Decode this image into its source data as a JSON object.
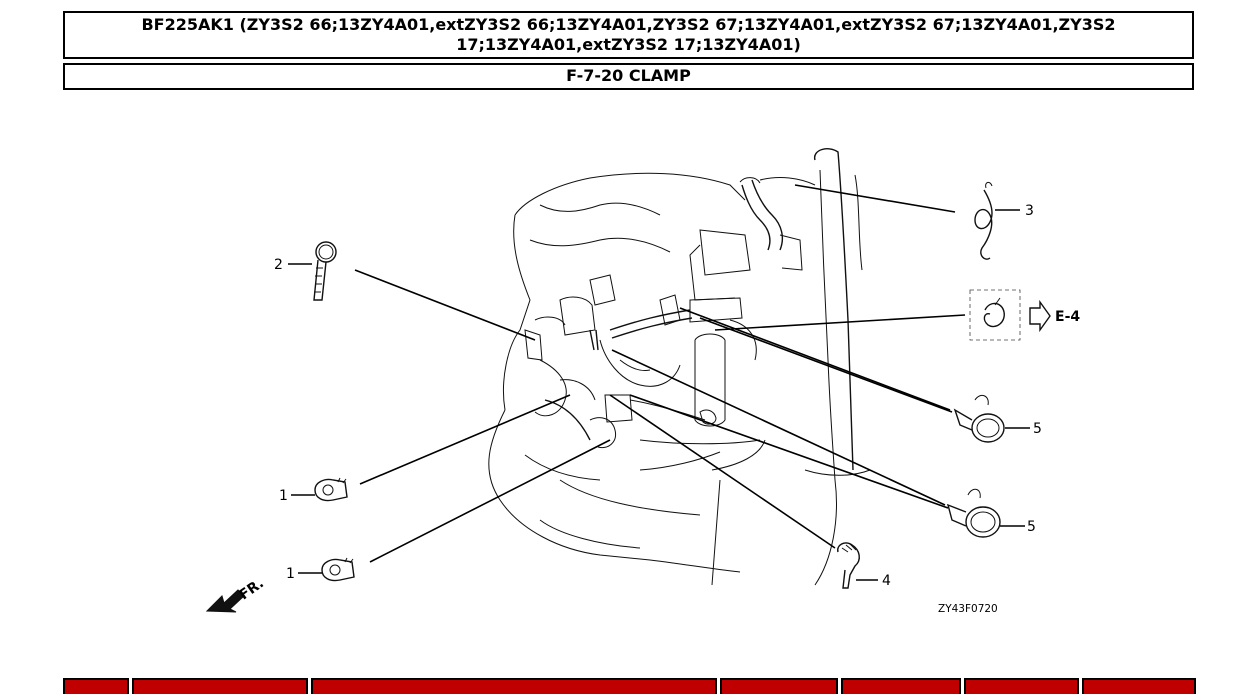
{
  "header": {
    "model_line": "BF225AK1 (ZY3S2 66;13ZY4A01,extZY3S2 66;13ZY4A01,ZY3S2 67;13ZY4A01,extZY3S2 67;13ZY4A01,ZY3S2 17;13ZY4A01,extZY3S2 17;13ZY4A01)",
    "section_title": "F-7-20 CLAMP"
  },
  "diagram": {
    "callouts": {
      "part_1a": "1",
      "part_1b": "1",
      "part_2": "2",
      "part_3": "3",
      "part_4": "4",
      "part_5a": "5",
      "part_5b": "5"
    },
    "reference_label": "E-4",
    "front_marker": "FR.",
    "figure_code": "ZY43F0720"
  },
  "table": {
    "header_color": "#c00000",
    "columns": [
      "",
      "",
      "",
      "",
      "",
      "",
      ""
    ]
  }
}
